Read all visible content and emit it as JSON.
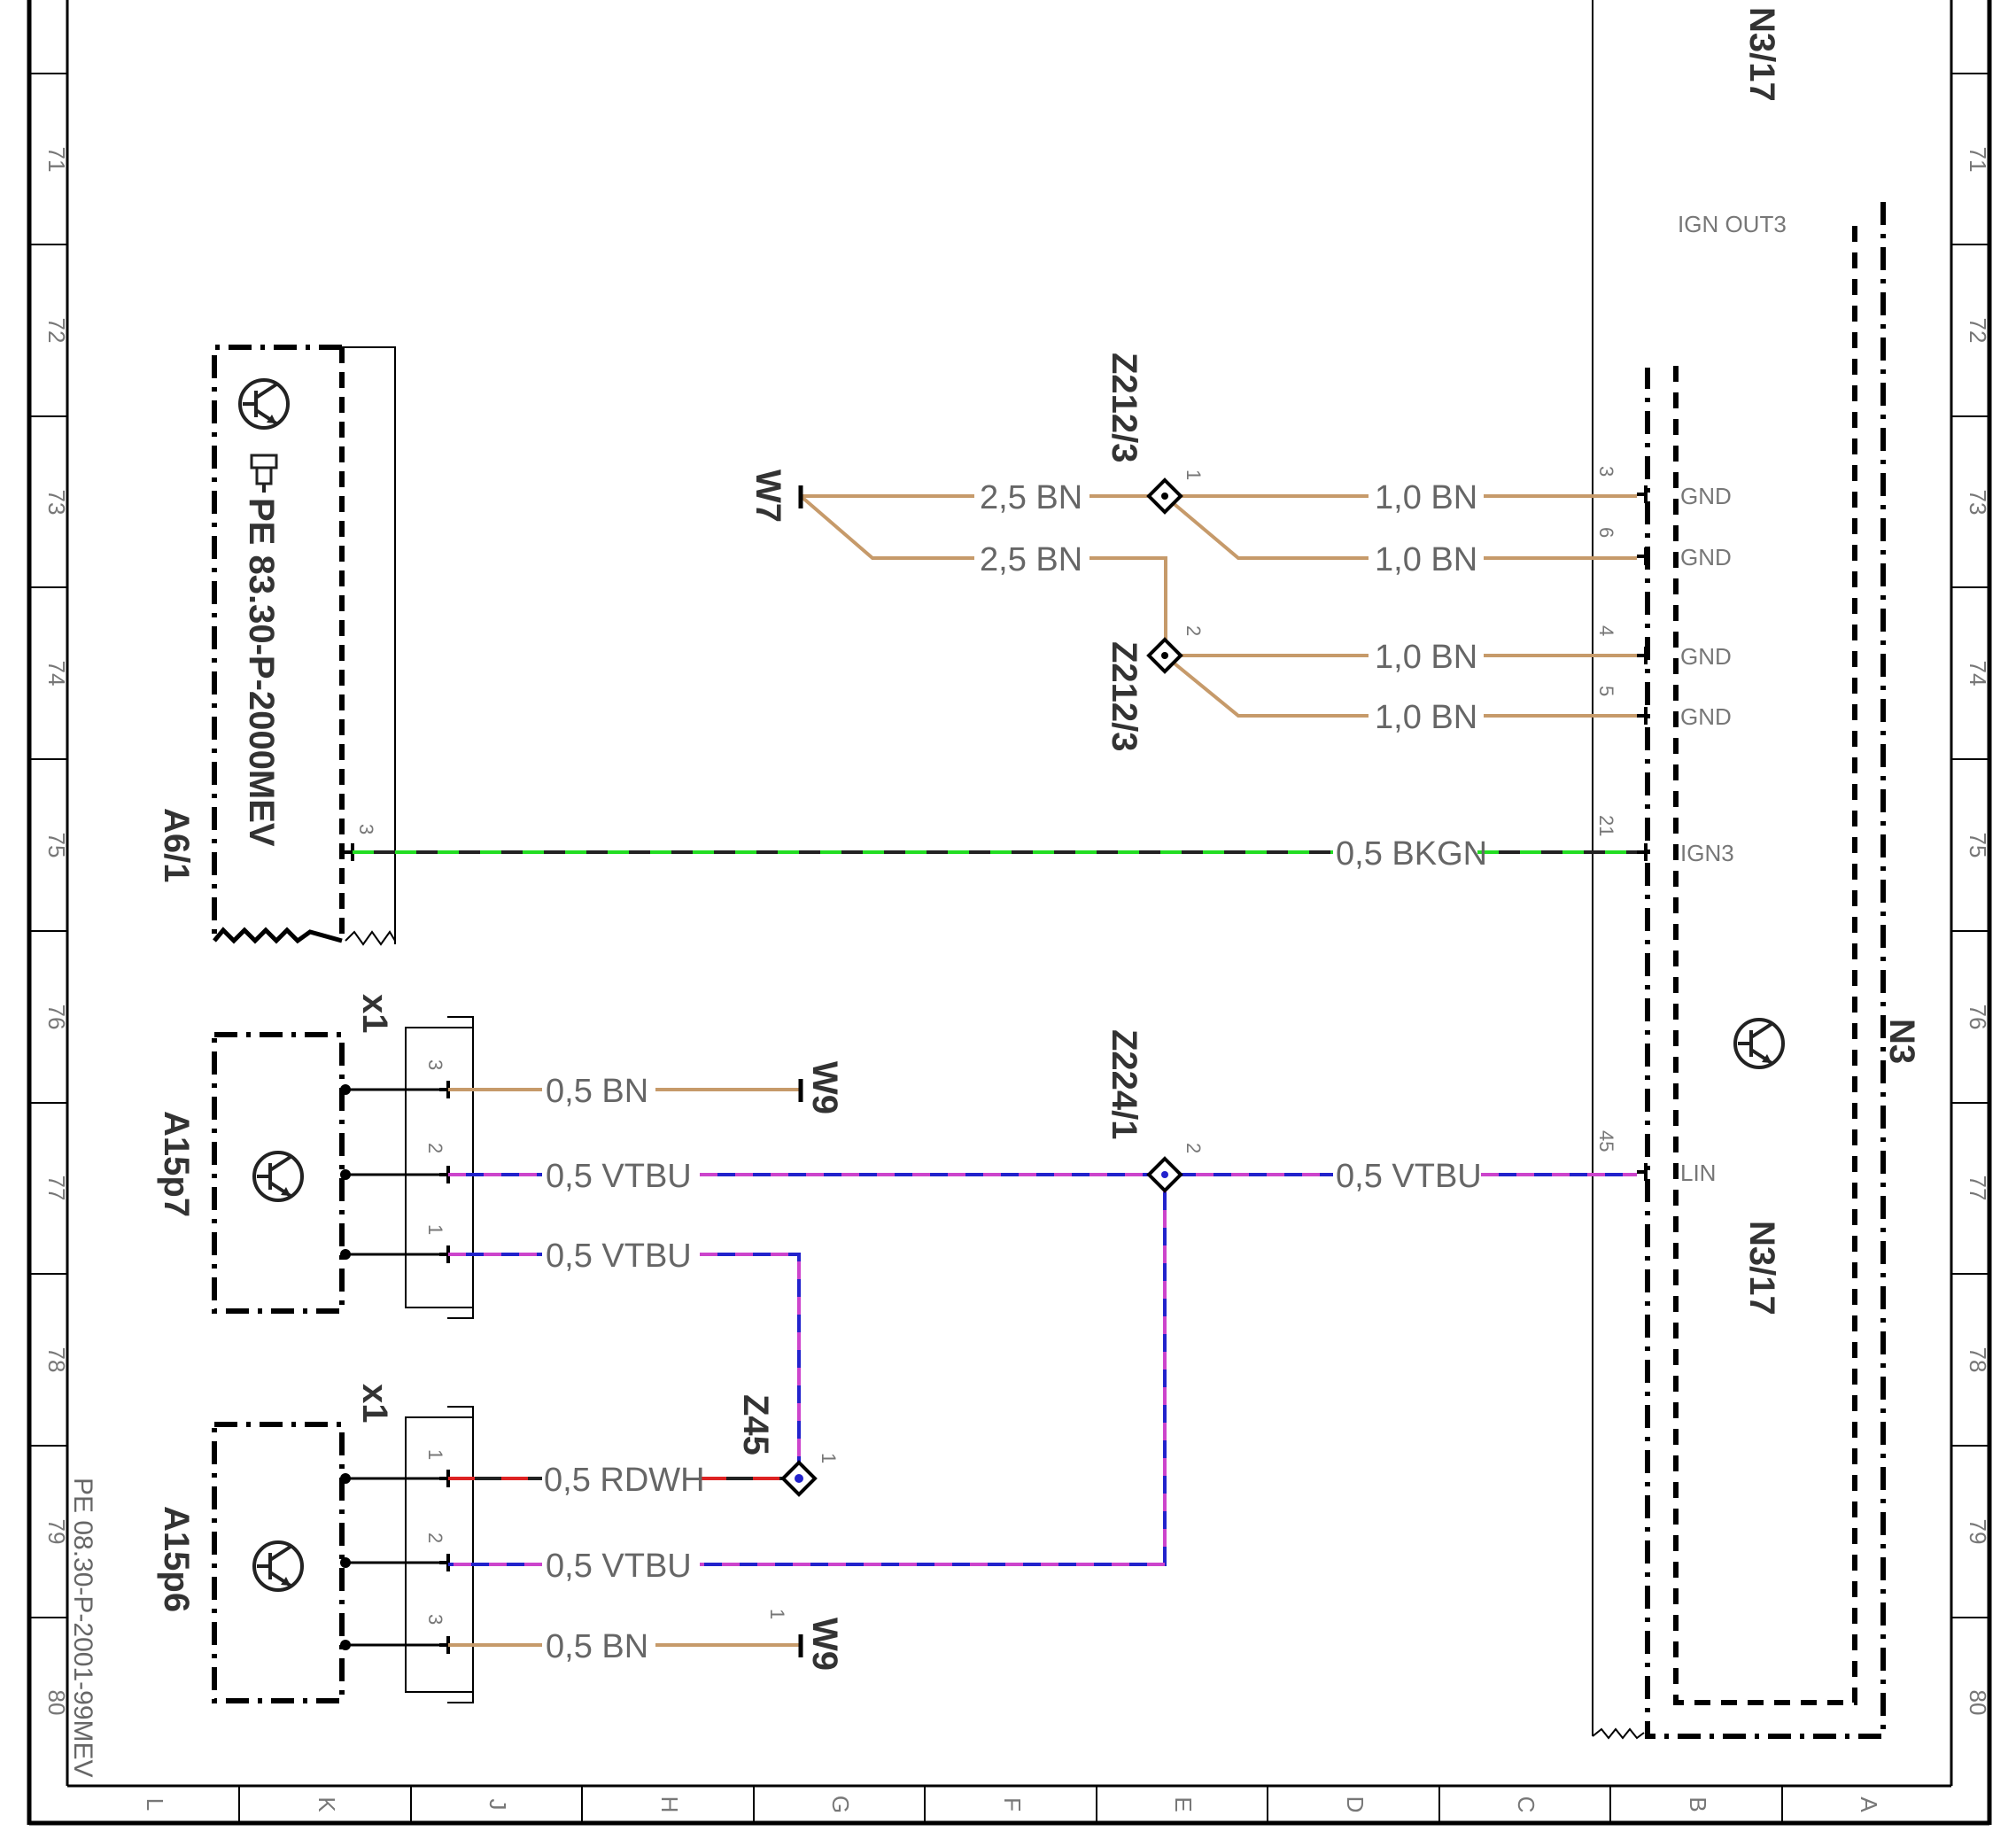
{
  "colors": {
    "wire_brown": "#c69a6a",
    "wire_green": "#22dd22",
    "wire_violet": "#cc44cc",
    "wire_blue": "#2222cc",
    "wire_red": "#dd2222",
    "wire_black": "#222222"
  },
  "components": {
    "n3_17_top": "N3/17",
    "n3_17_mid": "N3/17",
    "n3": "N3",
    "a6_1": "A6/1",
    "a6_1_ref": "PE 83.30-P-2000MEV",
    "a15p7": "A15p7",
    "a15p6": "A15p6",
    "x1_a15p7": "x1",
    "x1_a15p6": "x1",
    "w7": "W7",
    "w9_top": "W9",
    "w9_bottom": "W9",
    "z212_3_top": "Z212/3",
    "z212_3_bottom": "Z212/3",
    "z224_1": "Z224/1",
    "z45": "Z45"
  },
  "n3_17_pins": [
    {
      "num": "3",
      "label": "GND"
    },
    {
      "num": "6",
      "label": "GND"
    },
    {
      "num": "4",
      "label": "GND"
    },
    {
      "num": "5",
      "label": "GND"
    },
    {
      "num": "21",
      "label": "IGN3"
    },
    {
      "num": "45",
      "label": "LIN"
    }
  ],
  "n3_output_label": "IGN OUT3",
  "wires": {
    "w7_z212_top": "2,5 BN",
    "w7_z212_bottom": "2,5 BN",
    "gnd_pin3": "1,0 BN",
    "gnd_pin6": "1,0 BN",
    "gnd_pin4": "1,0 BN",
    "gnd_pin5": "1,0 BN",
    "ign3": "0,5 BKGN",
    "a15p7_pin3": "0,5 BN",
    "a15p7_pin2": "0,5 VTBU",
    "lin_n3": "0,5 VTBU",
    "a15p7_pin1": "0,5 VTBU",
    "a15p6_pin1": "0,5 RDWH",
    "a15p6_pin2": "0,5 VTBU",
    "a15p6_pin3": "0,5 BN"
  },
  "splice_pins": {
    "z212_top": "1",
    "z212_bottom": "2",
    "z224": "2",
    "z45": "1",
    "w9_bottom": "1"
  },
  "connector_pins": {
    "a6_1": "3",
    "a15p7": [
      "3",
      "2",
      "1"
    ],
    "a15p6": [
      "1",
      "2",
      "3"
    ]
  },
  "grid": {
    "rows": [
      "71",
      "72",
      "73",
      "74",
      "75",
      "76",
      "77",
      "78",
      "79",
      "80"
    ],
    "columns": [
      "L",
      "K",
      "J",
      "H",
      "G",
      "F",
      "E",
      "D",
      "C",
      "B",
      "A"
    ]
  },
  "document_ref": "PE 08.30-P-2001-99MEV"
}
